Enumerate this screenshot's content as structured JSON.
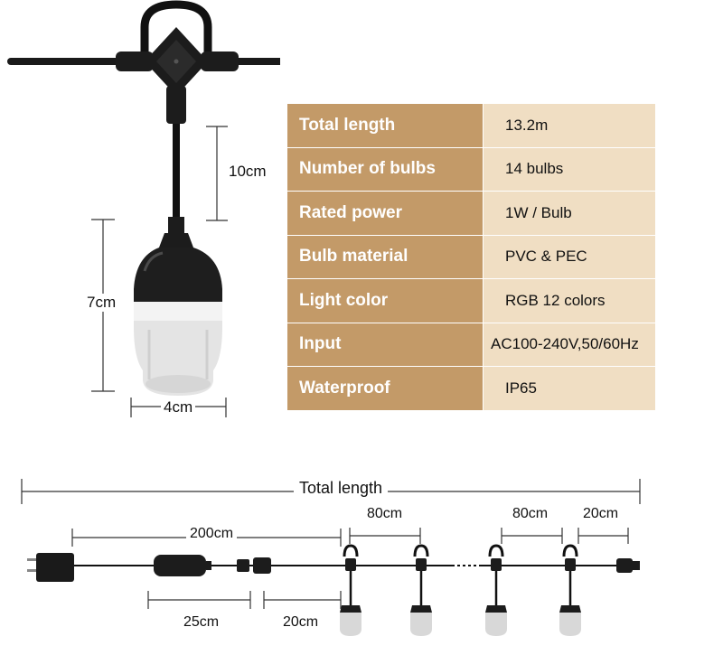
{
  "specs": [
    {
      "label": "Total length",
      "value": "13.2m"
    },
    {
      "label": "Number of bulbs",
      "value": "14 bulbs"
    },
    {
      "label": "Rated power",
      "value": "1W / Bulb"
    },
    {
      "label": "Bulb material",
      "value": "PVC & PEC"
    },
    {
      "label": "Light color",
      "value": "RGB 12 colors"
    },
    {
      "label": "Input",
      "value": "AC100-240V,50/60Hz"
    },
    {
      "label": "Waterproof",
      "value": "IP65"
    }
  ],
  "bulb_dims": {
    "drop_length": "10cm",
    "bulb_height": "7cm",
    "bulb_width": "4cm"
  },
  "string_dims": {
    "total_label": "Total length",
    "lead_length": "200cm",
    "spacing_1": "80cm",
    "spacing_2": "80cm",
    "end_length": "20cm",
    "adapter_cable": "25cm",
    "controller_cable": "20cm"
  }
}
